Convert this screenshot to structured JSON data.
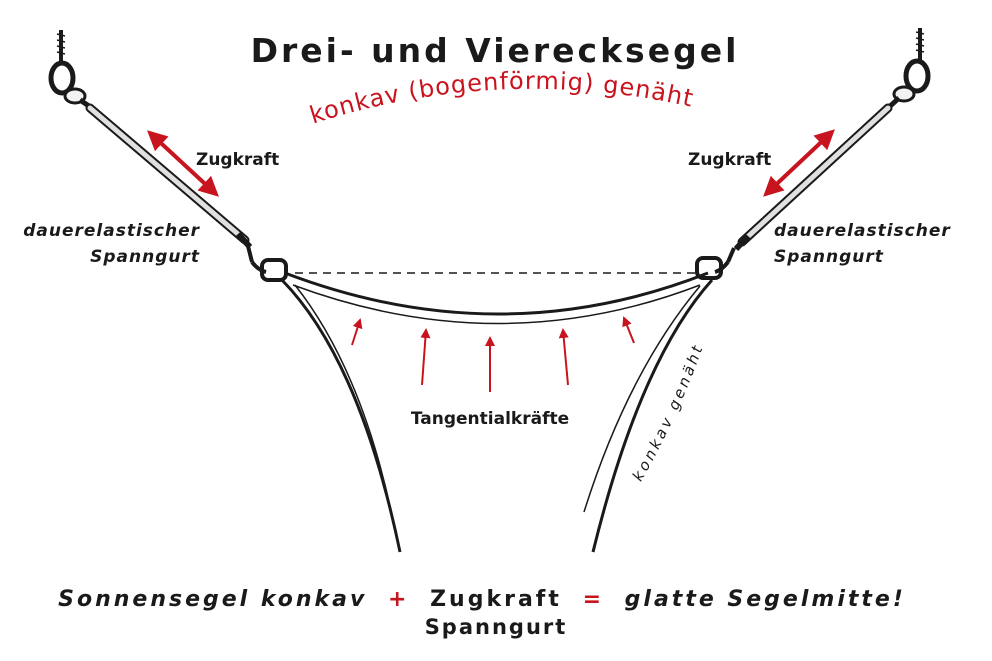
{
  "title": "Drei- und Vierecksegel",
  "subtitle": "konkav (bogenförmig) genäht",
  "left": {
    "force_label": "Zugkraft",
    "strap_line1": "dauerelastischer",
    "strap_line2": "Spanngurt"
  },
  "right": {
    "force_label": "Zugkraft",
    "strap_line1": "dauerelastischer",
    "strap_line2": "Spanngurt"
  },
  "center_label": "Tangentialkräfte",
  "side_seam_label": "konkav genäht",
  "formula": {
    "part1": "Sonnensegel konkav",
    "plus": "+",
    "part2": "Zugkraft",
    "equals": "=",
    "part3": "glatte Segelmitte!",
    "line2": "Spanngurt"
  },
  "colors": {
    "accent_red": "#c8141e",
    "ink": "#1a1a1a",
    "strap_grey": "#d9d9d9"
  },
  "icons": [
    "screw-hook-icon",
    "double-arrow-icon",
    "snap-hook-icon",
    "arrow-up-icon"
  ]
}
